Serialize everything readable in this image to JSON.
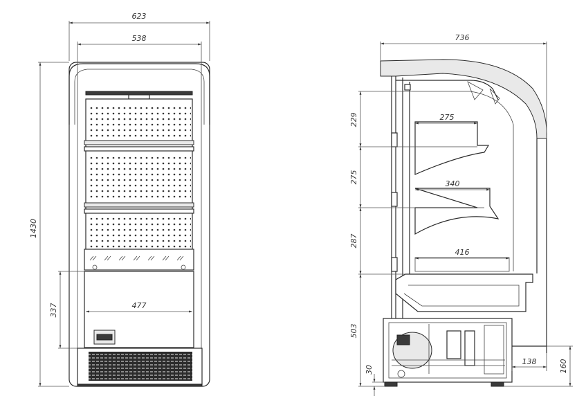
{
  "front_view": {
    "overall_width": "623",
    "inner_width": "538",
    "overall_height": "1430",
    "base_height": "337",
    "cabinet_width": "477"
  },
  "side_view": {
    "overall_depth": "736",
    "shelf_spacing_top": "229",
    "shelf_spacing_middle": "275",
    "shelf_spacing_bottom": "287",
    "base_height": "503",
    "foot_height": "30",
    "shelf_depth_top": "275",
    "shelf_depth_middle": "340",
    "shelf_depth_bottom": "416",
    "rear_offset": "138",
    "rear_height": "160"
  }
}
